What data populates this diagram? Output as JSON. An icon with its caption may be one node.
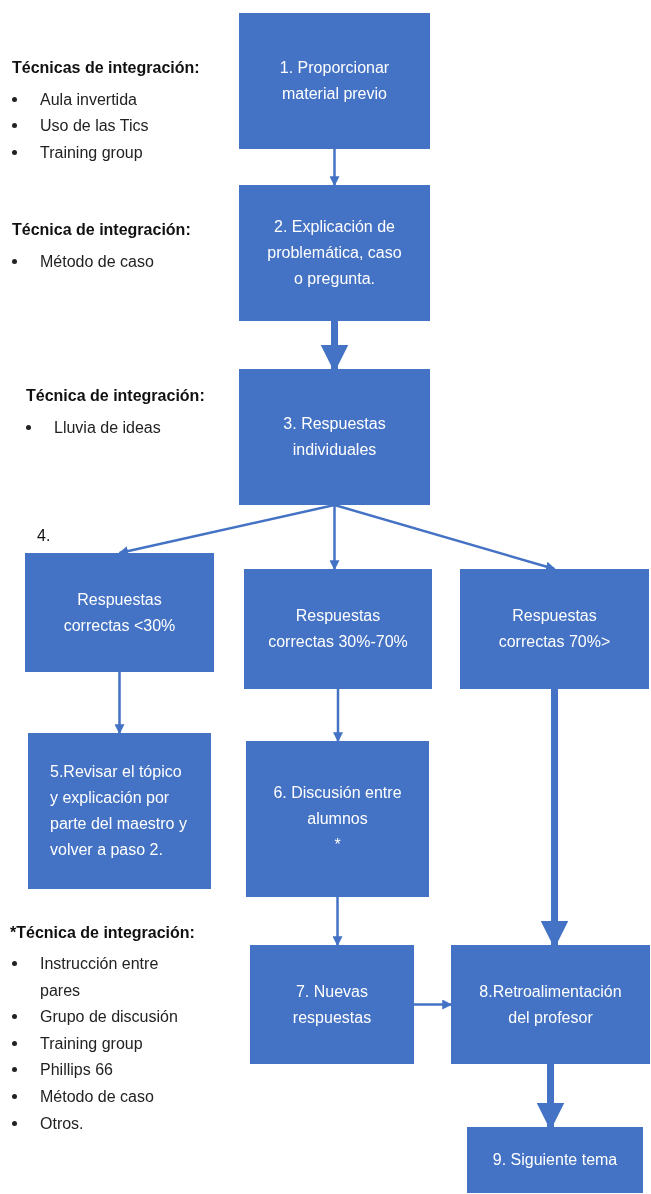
{
  "diagram": {
    "nodes": [
      {
        "text": [
          "1. Proporcionar material previo"
        ]
      },
      {
        "text": [
          "2. Explicación de problemática, caso o pregunta."
        ]
      },
      {
        "text": [
          "3. Respuestas individuales"
        ]
      },
      {
        "text": [
          "Respuestas correctas <30%"
        ]
      },
      {
        "text": [
          "Respuestas correctas 30%-70%"
        ]
      },
      {
        "text": [
          "Respuestas correctas 70%>"
        ]
      },
      {
        "text": [
          "5.Revisar el tópico y explicación por parte del maestro y volver a paso 2."
        ]
      },
      {
        "text": [
          "6. Discusión entre alumnos",
          "*"
        ]
      },
      {
        "text": [
          "7. Nuevas respuestas"
        ]
      },
      {
        "text": [
          "8.Retroalimentación del profesor"
        ]
      },
      {
        "text": [
          "9. Siguiente tema"
        ]
      }
    ],
    "edges": [
      {
        "from": 0,
        "to": 1,
        "arrow": "to"
      },
      {
        "from": 1,
        "to": 2,
        "arrow": "to",
        "style": "thick"
      },
      {
        "from": 2,
        "to": 3,
        "arrow": "to"
      },
      {
        "from": 2,
        "to": 4,
        "arrow": "to"
      },
      {
        "from": 2,
        "to": 5,
        "arrow": "to"
      },
      {
        "from": 3,
        "to": 6,
        "arrow": "to"
      },
      {
        "from": 4,
        "to": 7,
        "arrow": "to"
      },
      {
        "from": 5,
        "to": 9,
        "arrow": "to",
        "style": "thick"
      },
      {
        "from": 7,
        "to": 8,
        "arrow": "to"
      },
      {
        "from": 8,
        "to": 9,
        "arrow": "to"
      },
      {
        "from": 9,
        "to": 10,
        "arrow": "to",
        "style": "thick"
      }
    ],
    "labels": [
      "Técnicas de integración:",
      "Aula invertida",
      "Uso de las Tics",
      "Training group",
      "Técnica de integración:",
      "Método de caso",
      "Técnica de integración:",
      "Lluvia de ideas",
      "4.",
      "*Técnica de integración:",
      "Instrucción entre pares",
      "Grupo de discusión",
      "Training group",
      "Phillips 66",
      "Método de caso",
      "Otros."
    ]
  }
}
